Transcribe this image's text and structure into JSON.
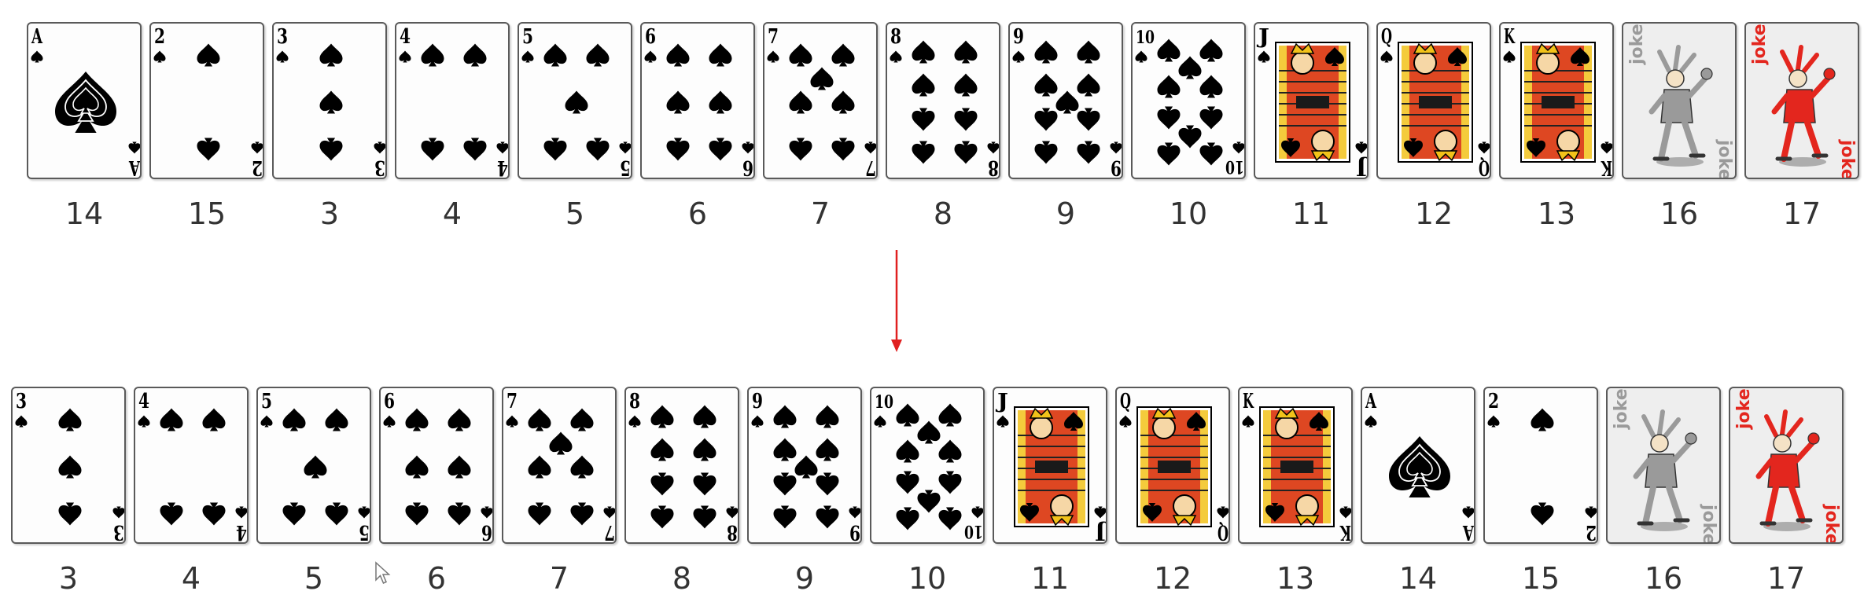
{
  "rows": [
    {
      "name": "before",
      "cards": [
        {
          "rank": "A",
          "kind": "ace",
          "value": "14"
        },
        {
          "rank": "2",
          "kind": "pip",
          "pips": 2,
          "value": "15"
        },
        {
          "rank": "3",
          "kind": "pip",
          "pips": 3,
          "value": "3"
        },
        {
          "rank": "4",
          "kind": "pip",
          "pips": 4,
          "value": "4"
        },
        {
          "rank": "5",
          "kind": "pip",
          "pips": 5,
          "value": "5"
        },
        {
          "rank": "6",
          "kind": "pip",
          "pips": 6,
          "value": "6"
        },
        {
          "rank": "7",
          "kind": "pip",
          "pips": 7,
          "value": "7"
        },
        {
          "rank": "8",
          "kind": "pip",
          "pips": 8,
          "value": "8"
        },
        {
          "rank": "9",
          "kind": "pip",
          "pips": 9,
          "value": "9"
        },
        {
          "rank": "10",
          "kind": "pip",
          "pips": 10,
          "value": "10"
        },
        {
          "rank": "J",
          "kind": "face",
          "value": "11"
        },
        {
          "rank": "Q",
          "kind": "face",
          "value": "12"
        },
        {
          "rank": "K",
          "kind": "face",
          "value": "13"
        },
        {
          "rank": "joker",
          "kind": "joker",
          "color": "#9a9a9a",
          "value": "16"
        },
        {
          "rank": "joker",
          "kind": "joker",
          "color": "#e3261e",
          "value": "17"
        }
      ]
    },
    {
      "name": "after",
      "cards": [
        {
          "rank": "3",
          "kind": "pip",
          "pips": 3,
          "value": "3"
        },
        {
          "rank": "4",
          "kind": "pip",
          "pips": 4,
          "value": "4"
        },
        {
          "rank": "5",
          "kind": "pip",
          "pips": 5,
          "value": "5"
        },
        {
          "rank": "6",
          "kind": "pip",
          "pips": 6,
          "value": "6"
        },
        {
          "rank": "7",
          "kind": "pip",
          "pips": 7,
          "value": "7"
        },
        {
          "rank": "8",
          "kind": "pip",
          "pips": 8,
          "value": "8"
        },
        {
          "rank": "9",
          "kind": "pip",
          "pips": 9,
          "value": "9"
        },
        {
          "rank": "10",
          "kind": "pip",
          "pips": 10,
          "value": "10"
        },
        {
          "rank": "J",
          "kind": "face",
          "value": "11"
        },
        {
          "rank": "Q",
          "kind": "face",
          "value": "12"
        },
        {
          "rank": "K",
          "kind": "face",
          "value": "13"
        },
        {
          "rank": "A",
          "kind": "ace",
          "value": "14"
        },
        {
          "rank": "2",
          "kind": "pip",
          "pips": 2,
          "value": "15"
        },
        {
          "rank": "joker",
          "kind": "joker",
          "color": "#9a9a9a",
          "value": "16"
        },
        {
          "rank": "joker",
          "kind": "joker",
          "color": "#e3261e",
          "value": "17"
        }
      ]
    }
  ],
  "suit": "spade",
  "colors": {
    "suit": "#000000",
    "arrow": "#e02020",
    "label": "#333333",
    "face_red": "#d8261c",
    "face_gold": "#f2c21a"
  },
  "arrow_direction": "down"
}
